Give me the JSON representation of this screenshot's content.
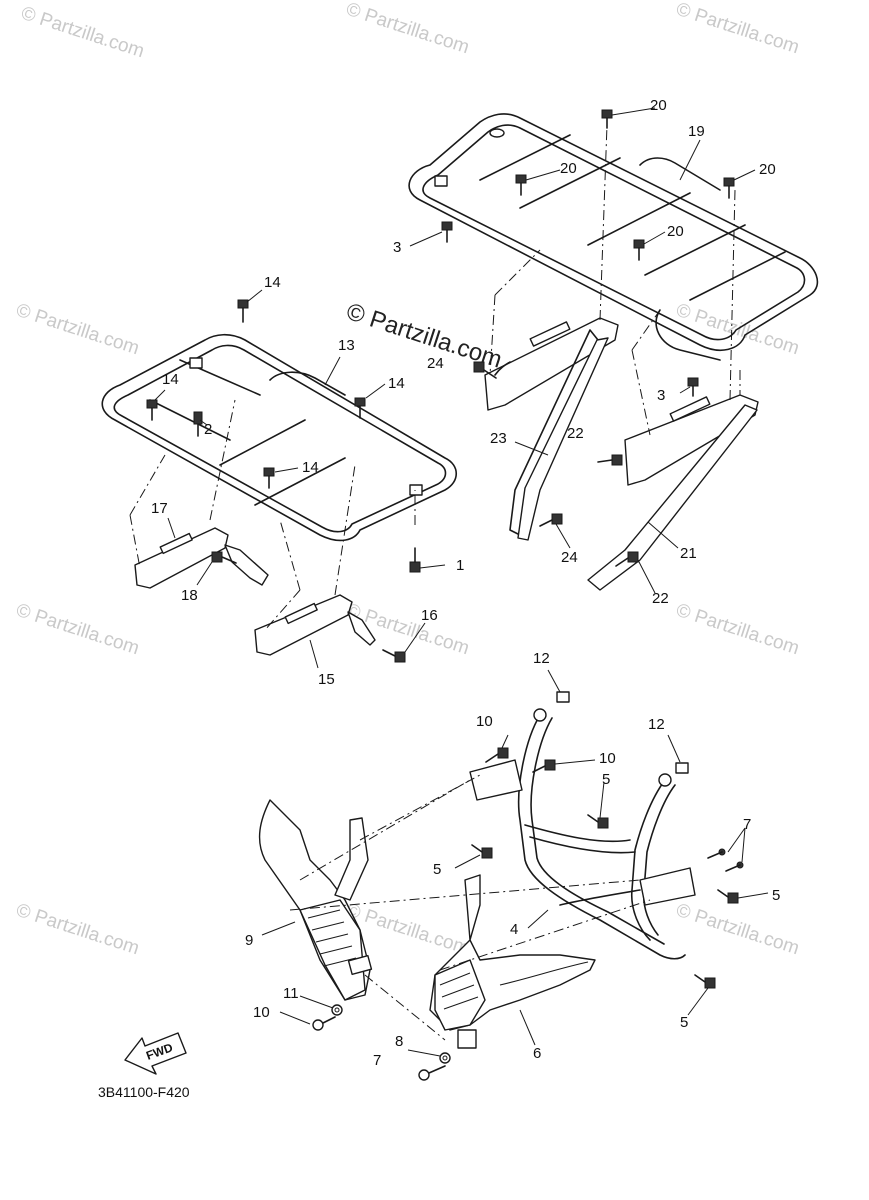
{
  "watermark": "© Partzilla.com",
  "diagram_code": "3B41100-F420",
  "fwd_label": "FWD",
  "callouts": [
    "1",
    "2",
    "3",
    "3",
    "4",
    "5",
    "5",
    "5",
    "5",
    "6",
    "7",
    "7",
    "8",
    "9",
    "10",
    "10",
    "10",
    "11",
    "12",
    "12",
    "13",
    "14",
    "14",
    "14",
    "14",
    "15",
    "16",
    "17",
    "18",
    "19",
    "20",
    "20",
    "20",
    "20",
    "21",
    "22",
    "22",
    "23",
    "24",
    "24"
  ]
}
